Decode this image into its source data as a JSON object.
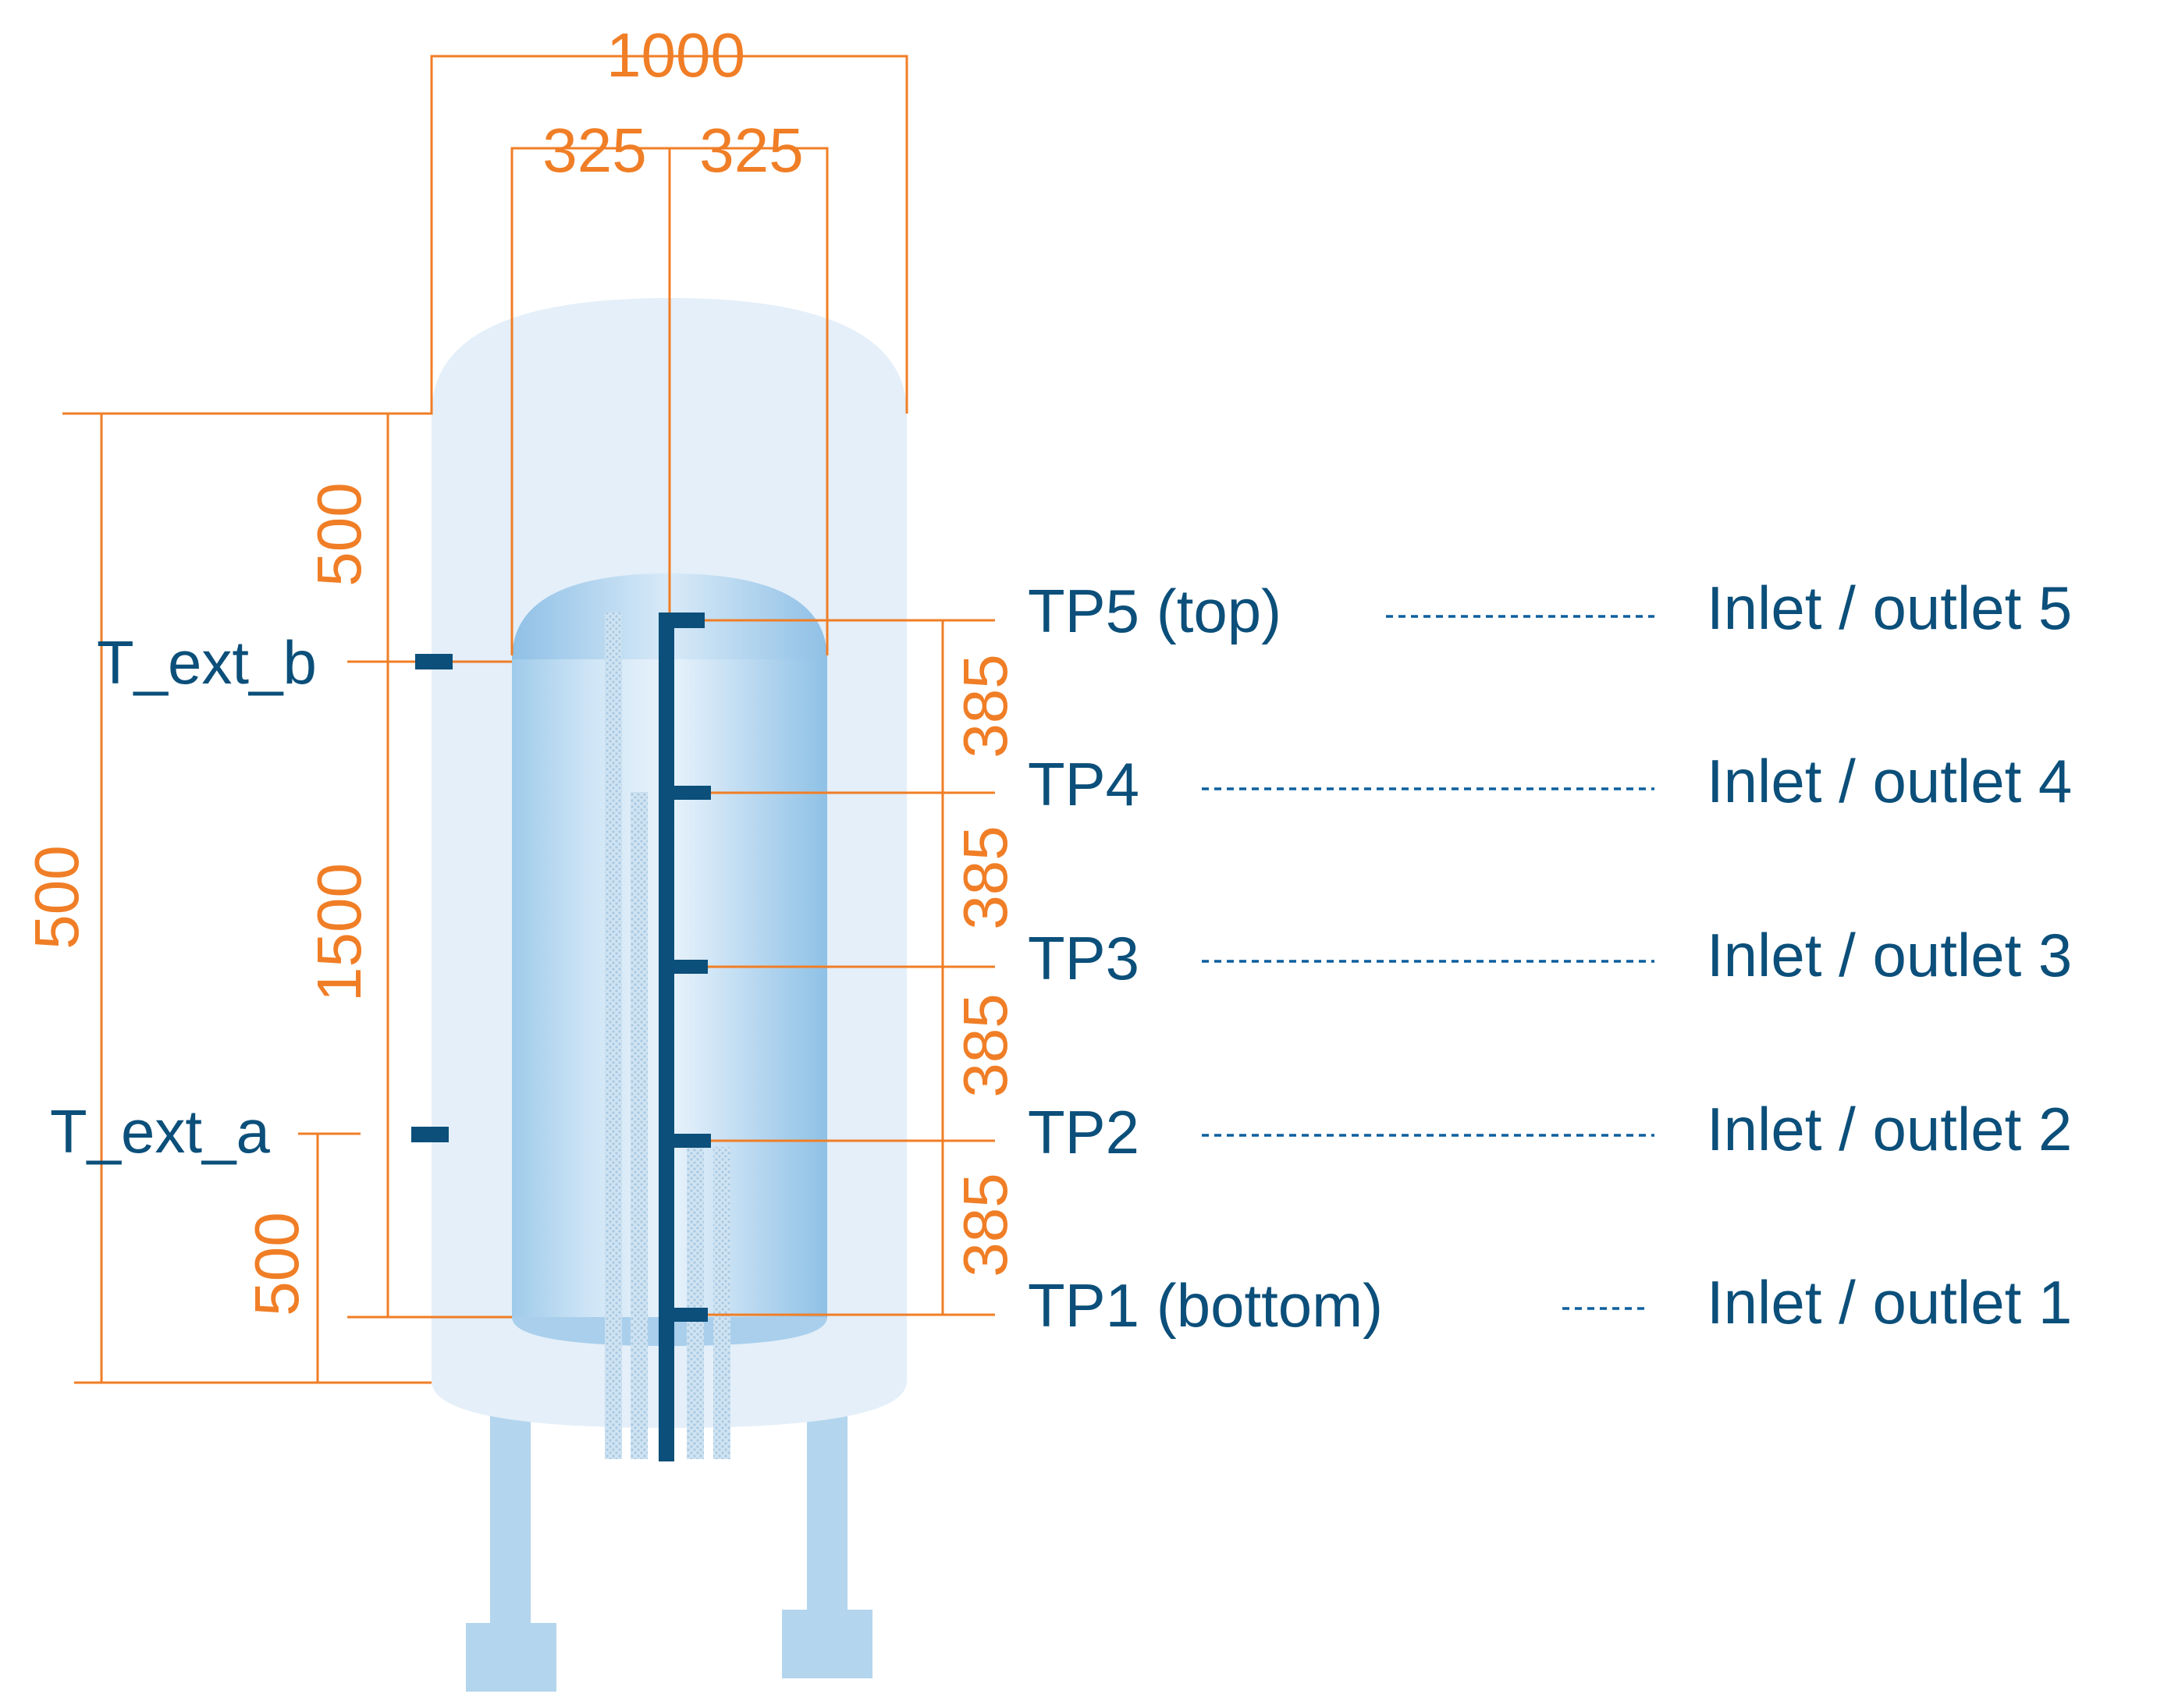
{
  "dimensions": {
    "outer_width": "1000",
    "inner_left_half": "325",
    "inner_right_half": "325",
    "top_clearance": "500",
    "inner_height": "1500",
    "bottom_clearance": "500",
    "overall_left": "500",
    "sensor_spacing": [
      "385",
      "385",
      "385",
      "385"
    ]
  },
  "external_sensors": {
    "upper": "T_ext_b",
    "lower": "T_ext_a"
  },
  "sensors": [
    {
      "label": "TP5 (top)",
      "port": "Inlet / outlet 5"
    },
    {
      "label": "TP4",
      "port": "Inlet / outlet 4"
    },
    {
      "label": "TP3",
      "port": "Inlet / outlet 3"
    },
    {
      "label": "TP2",
      "port": "Inlet / outlet 2"
    },
    {
      "label": "TP1 (bottom)",
      "port": "Inlet / outlet 1"
    }
  ],
  "colors": {
    "dimension": "#f07e26",
    "label": "#0b4f7a",
    "outer_tank": "#e4eff9",
    "inner_tank": "#8ec1e6",
    "probe": "#0b4f7a",
    "legs": "#b3d5ee"
  }
}
